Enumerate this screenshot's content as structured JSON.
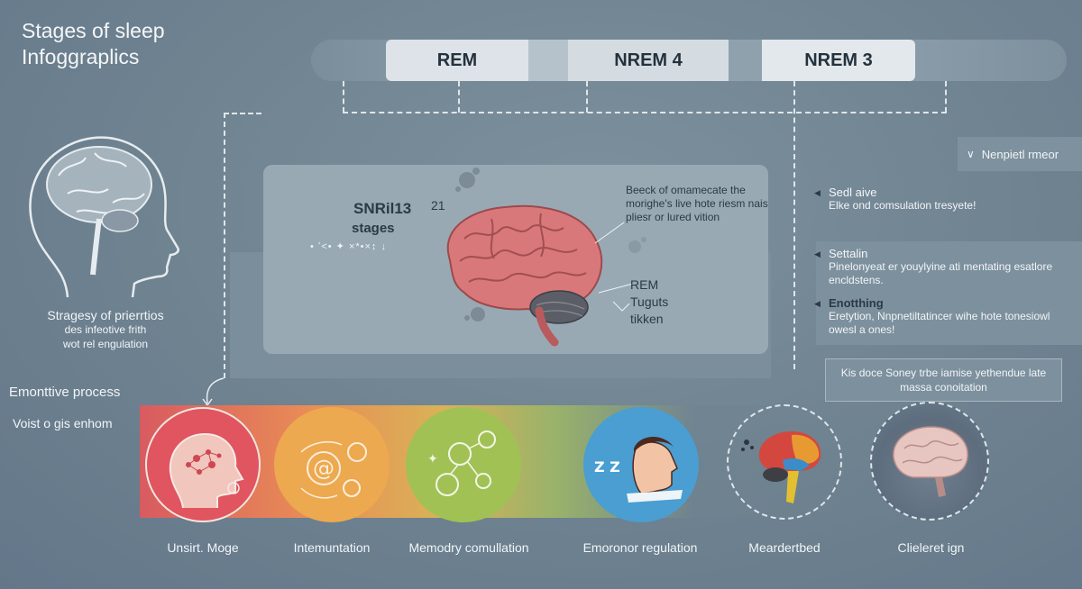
{
  "title": {
    "line1": "Stages of sleep",
    "line2": "Infoggraplics"
  },
  "stages": [
    {
      "label": "REM"
    },
    {
      "label": "NREM 4"
    },
    {
      "label": "NREM 3"
    }
  ],
  "center": {
    "label": "SNRil13",
    "number": "21",
    "sub": "stages",
    "formula": "• ʼ<•  ✦ ×*•×↕ ↓",
    "description": "Beeck of omamecate the morighe's live hote riesm nais pliesr or lured vition",
    "rem_label": "REM",
    "rem_sub1": "Tuguts",
    "rem_sub2": "tikken"
  },
  "dropdown": {
    "label": "Nenpietl rmeor"
  },
  "notes": [
    {
      "head": "Sedl aive",
      "text": "Elke ond comsulation tresyete!"
    },
    {
      "head": "Settalin",
      "text": "Pinelonyeat er youylyine ati mentating esatlore encldstens."
    },
    {
      "head": "Enotthing",
      "text": "Eretytion, Nnpnetiltatincer wihe hote tonesiowl owesl a ones!"
    }
  ],
  "info_box": {
    "text": "Kis doce Soney trbe iamise yethendue late massa conoitation"
  },
  "left": {
    "caption": "Stragesy of prierrtios",
    "caption2": "des infeotive frith",
    "caption3": "wot rel engulation",
    "process": "Emonttive process",
    "voist": "Voist o gis enhom"
  },
  "bottom_items": [
    {
      "label": "Unsirt. Moge",
      "color": "#e05560"
    },
    {
      "label": "Intemuntation",
      "color": "#eda94f"
    },
    {
      "label": "Memodry comullation",
      "color": "#a1c155"
    },
    {
      "label": "Emoronor regulation",
      "color": "#4a9ed2"
    },
    {
      "label": "Meardertbed",
      "color": ""
    },
    {
      "label": "Clieleret ign",
      "color": ""
    }
  ],
  "colors": {
    "background": "#6e8290",
    "panel": "#98a9b4",
    "tab": "#dde3e8",
    "brain_pink": "#d9787a"
  }
}
